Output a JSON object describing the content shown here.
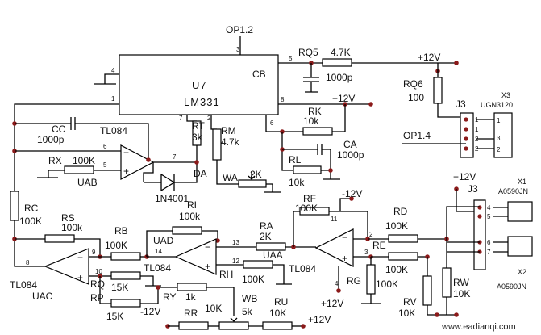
{
  "chip": {
    "designator": "U7",
    "part": "LM331",
    "cb": "CB"
  },
  "nets": {
    "op12": "OP1.2",
    "op14": "OP1.4"
  },
  "supplies": {
    "p12a": "+12V",
    "p12b": "+12V",
    "p12c": "+12V",
    "m12a": "-12V",
    "p12d": "+12V",
    "m12b": "-12V",
    "p12e": "+12V"
  },
  "components": {
    "rq5": {
      "ref": "RQ5",
      "value": "4.7K"
    },
    "c1000": {
      "value": "1000p"
    },
    "rq6": {
      "ref": "RQ6",
      "value": "100"
    },
    "rk": {
      "ref": "RK",
      "value": "10k"
    },
    "rt": {
      "ref": "RT",
      "value": "3k"
    },
    "rm": {
      "ref": "RM",
      "value": "4.7k"
    },
    "cc": {
      "ref": "CC",
      "value": "1000p"
    },
    "ca": {
      "ref": "CA",
      "value": "1000p"
    },
    "rl": {
      "ref": "RL",
      "value": "10k"
    },
    "rx": {
      "ref": "RX",
      "value": "100K"
    },
    "diode": {
      "ref": "DA",
      "part": "1N4001"
    },
    "wa": {
      "ref": "WA",
      "value": "2K"
    },
    "rc": {
      "ref": "RC",
      "value": "100K"
    },
    "rs": {
      "ref": "RS",
      "value": "100k"
    },
    "rb": {
      "ref": "RB",
      "value": "100K"
    },
    "ri": {
      "ref": "RI",
      "value": "100k"
    },
    "ra": {
      "ref": "RA",
      "value": "2K"
    },
    "rf": {
      "ref": "RF",
      "value": "100K"
    },
    "rd": {
      "ref": "RD",
      "value": "100K"
    },
    "re": {
      "ref": "RE",
      "value": "100K"
    },
    "rg": {
      "ref": "RG",
      "value": "100K"
    },
    "rh": {
      "ref": "RH",
      "value": "100K"
    },
    "rq": {
      "ref": "RQ",
      "value": "15K"
    },
    "rp": {
      "ref": "RP",
      "value": "15K"
    },
    "ry": {
      "ref": "RY",
      "value": "1k"
    },
    "rr": {
      "ref": "RR",
      "value": "10K"
    },
    "wb": {
      "ref": "WB",
      "value": "5k"
    },
    "ru": {
      "ref": "RU",
      "value": "10K"
    },
    "rv": {
      "ref": "RV",
      "value": "10K"
    },
    "rw": {
      "ref": "RW",
      "value": "10K"
    }
  },
  "opamps": {
    "uab": "UAB",
    "uad": "UAD",
    "uaa": "UAA",
    "uac": "UAC",
    "part": "TL084"
  },
  "connectors": {
    "j3a": {
      "ref": "J3",
      "code": "UGN3120",
      "tag": "X3"
    },
    "j3b": {
      "ref": "J3",
      "code": "A0590JN",
      "tag1": "X1",
      "tag2": "X2"
    }
  },
  "pins": {
    "p1": "1",
    "p2": "2",
    "p3": "3",
    "p4": "4",
    "p5": "5",
    "p6": "6",
    "p7": "7",
    "p8": "8",
    "p9": "9",
    "p10": "10",
    "p11": "11",
    "p12": "12",
    "p13": "13",
    "p14": "14"
  },
  "watermark": "www.eadianqi.com"
}
